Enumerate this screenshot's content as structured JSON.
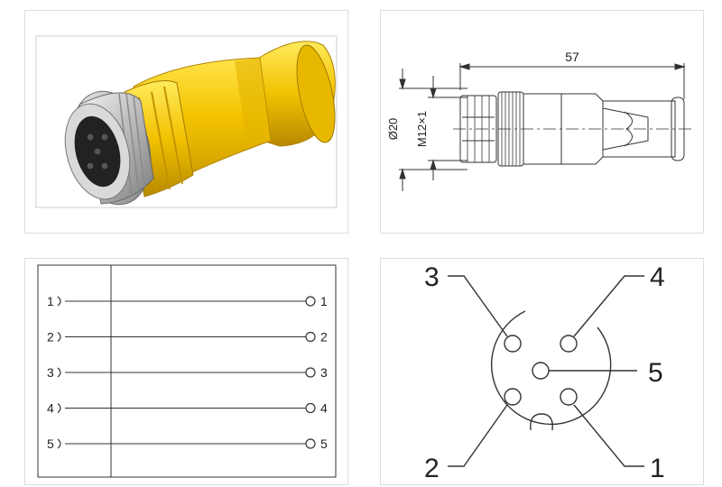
{
  "dimension_drawing": {
    "length_label": "57",
    "diameter_label": "Ø20",
    "thread_label": "M12×1"
  },
  "wiring_diagram": {
    "left_pins": [
      "1",
      "2",
      "3",
      "4",
      "5"
    ],
    "right_pins": [
      "1",
      "2",
      "3",
      "4",
      "5"
    ]
  },
  "pinout": {
    "pin_labels": [
      "1",
      "2",
      "3",
      "4",
      "5"
    ],
    "colors": {
      "line": "#333333",
      "connector_yellow": "#f2c400"
    }
  }
}
